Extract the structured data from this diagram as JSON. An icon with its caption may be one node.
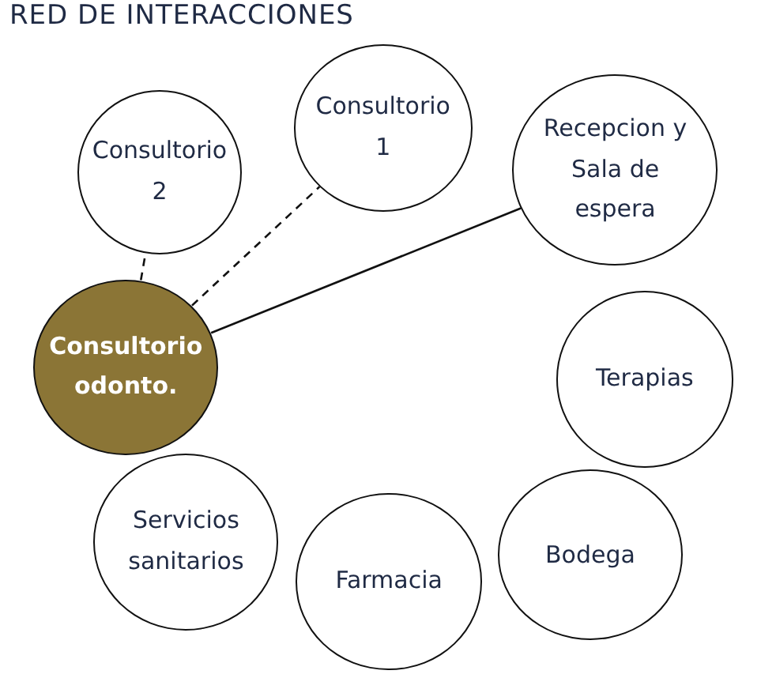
{
  "diagram": {
    "title": "RED DE INTERACCIONES",
    "nodes": [
      {
        "text": [
          "Consultorio 2"
        ]
      },
      {
        "text": [
          "Consultorio 1"
        ]
      },
      {
        "text": [
          "Recepcion y Sala de espera"
        ]
      },
      {
        "text": [
          "Consultorio odonto."
        ]
      },
      {
        "text": [
          "Terapias"
        ]
      },
      {
        "text": [
          "Servicios sanitarios"
        ]
      },
      {
        "text": [
          "Farmacia"
        ]
      },
      {
        "text": [
          "Bodega"
        ]
      }
    ],
    "edges": [
      {
        "from": 3,
        "to": 0,
        "arrow": "none",
        "style": "dashed"
      },
      {
        "from": 3,
        "to": 1,
        "arrow": "none",
        "style": "dashed"
      },
      {
        "from": 3,
        "to": 2,
        "arrow": "none"
      }
    ]
  }
}
